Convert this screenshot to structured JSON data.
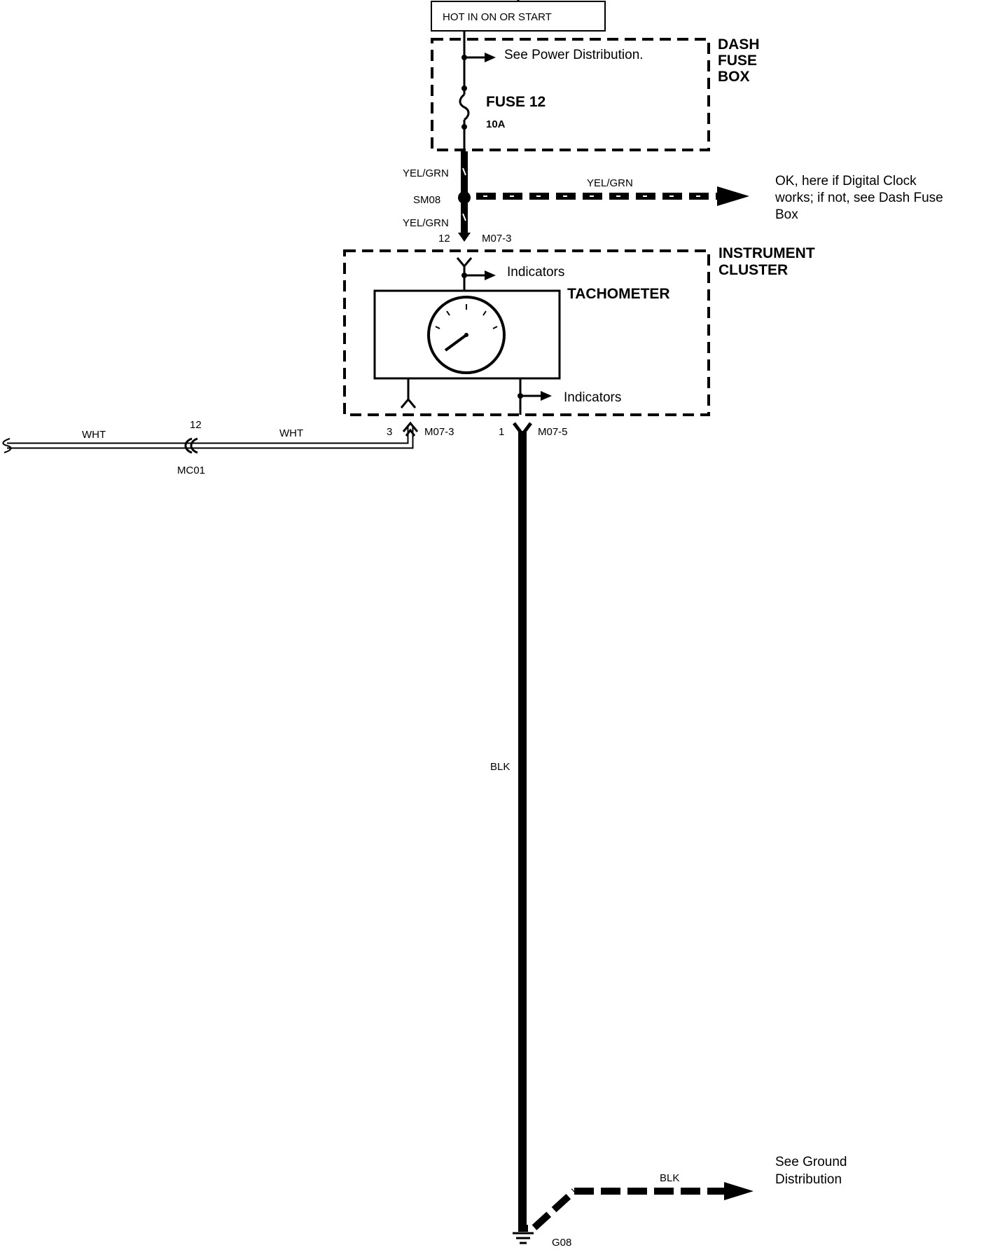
{
  "source_box": {
    "label": "HOT IN ON OR START"
  },
  "dash_fuse_box": {
    "title_line1": "DASH",
    "title_line2": "FUSE",
    "title_line3": "BOX",
    "power_ref": "See Power Distribution.",
    "fuse_name": "FUSE 12",
    "fuse_rating": "10A"
  },
  "splice": {
    "wire_above": "YEL/GRN",
    "name": "SM08",
    "wire_below": "YEL/GRN",
    "branch_wire": "YEL/GRN",
    "branch_note_line1": "OK, here if Digital Clock",
    "branch_note_line2": "works; if not, see Dash Fuse",
    "branch_note_line3": "Box"
  },
  "connectors": {
    "top_pin": "12",
    "top_name": "M07-3",
    "left_pin": "3",
    "left_name": "M07-3",
    "right_pin": "1",
    "right_name": "M07-5",
    "mc_pin": "12",
    "mc_name": "MC01"
  },
  "instrument_cluster": {
    "title_line1": "INSTRUMENT",
    "title_line2": "CLUSTER",
    "component": "TACHOMETER",
    "indicators_top": "Indicators",
    "indicators_bottom": "Indicators"
  },
  "wires": {
    "wht_left": "WHT",
    "wht_right": "WHT",
    "blk_main": "BLK",
    "blk_branch": "BLK"
  },
  "ground": {
    "name": "G08",
    "note_line1": "See Ground",
    "note_line2": "Distribution"
  }
}
